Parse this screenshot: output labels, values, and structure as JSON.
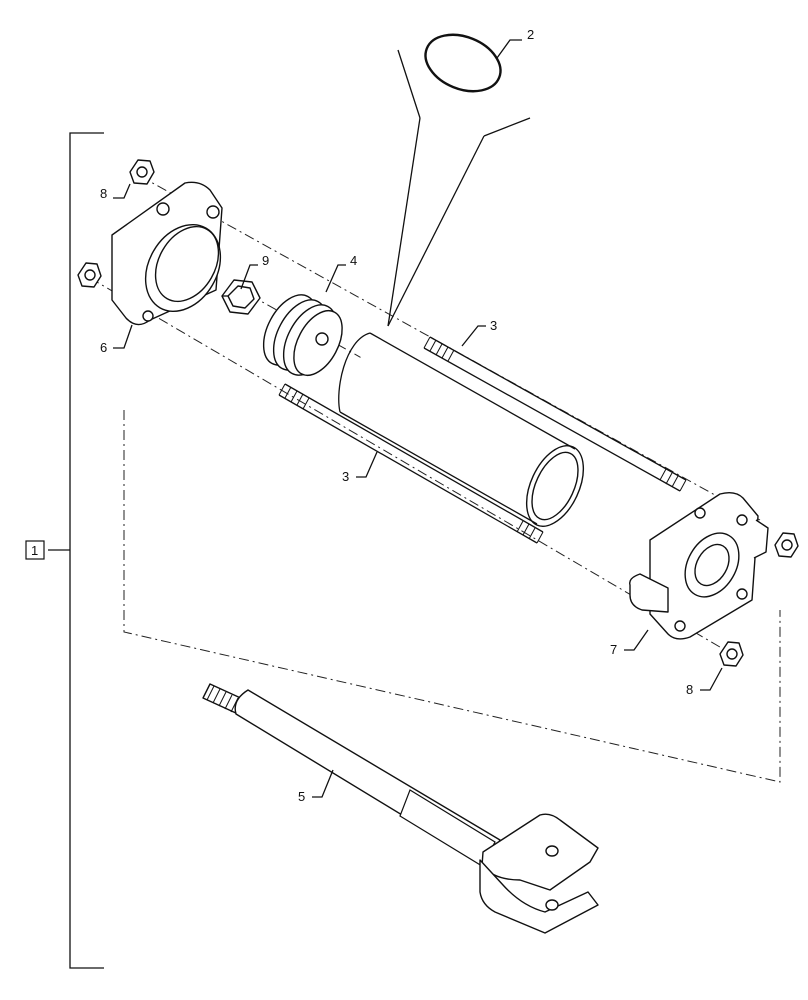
{
  "callouts": [
    {
      "id": "c2",
      "text": "2"
    },
    {
      "id": "c8a",
      "text": "8"
    },
    {
      "id": "c9",
      "text": "9"
    },
    {
      "id": "c4",
      "text": "4"
    },
    {
      "id": "c6",
      "text": "6"
    },
    {
      "id": "c3a",
      "text": "3"
    },
    {
      "id": "c3b",
      "text": "3"
    },
    {
      "id": "c1",
      "text": "1"
    },
    {
      "id": "c7",
      "text": "7"
    },
    {
      "id": "c8b",
      "text": "8"
    },
    {
      "id": "c5",
      "text": "5"
    }
  ]
}
